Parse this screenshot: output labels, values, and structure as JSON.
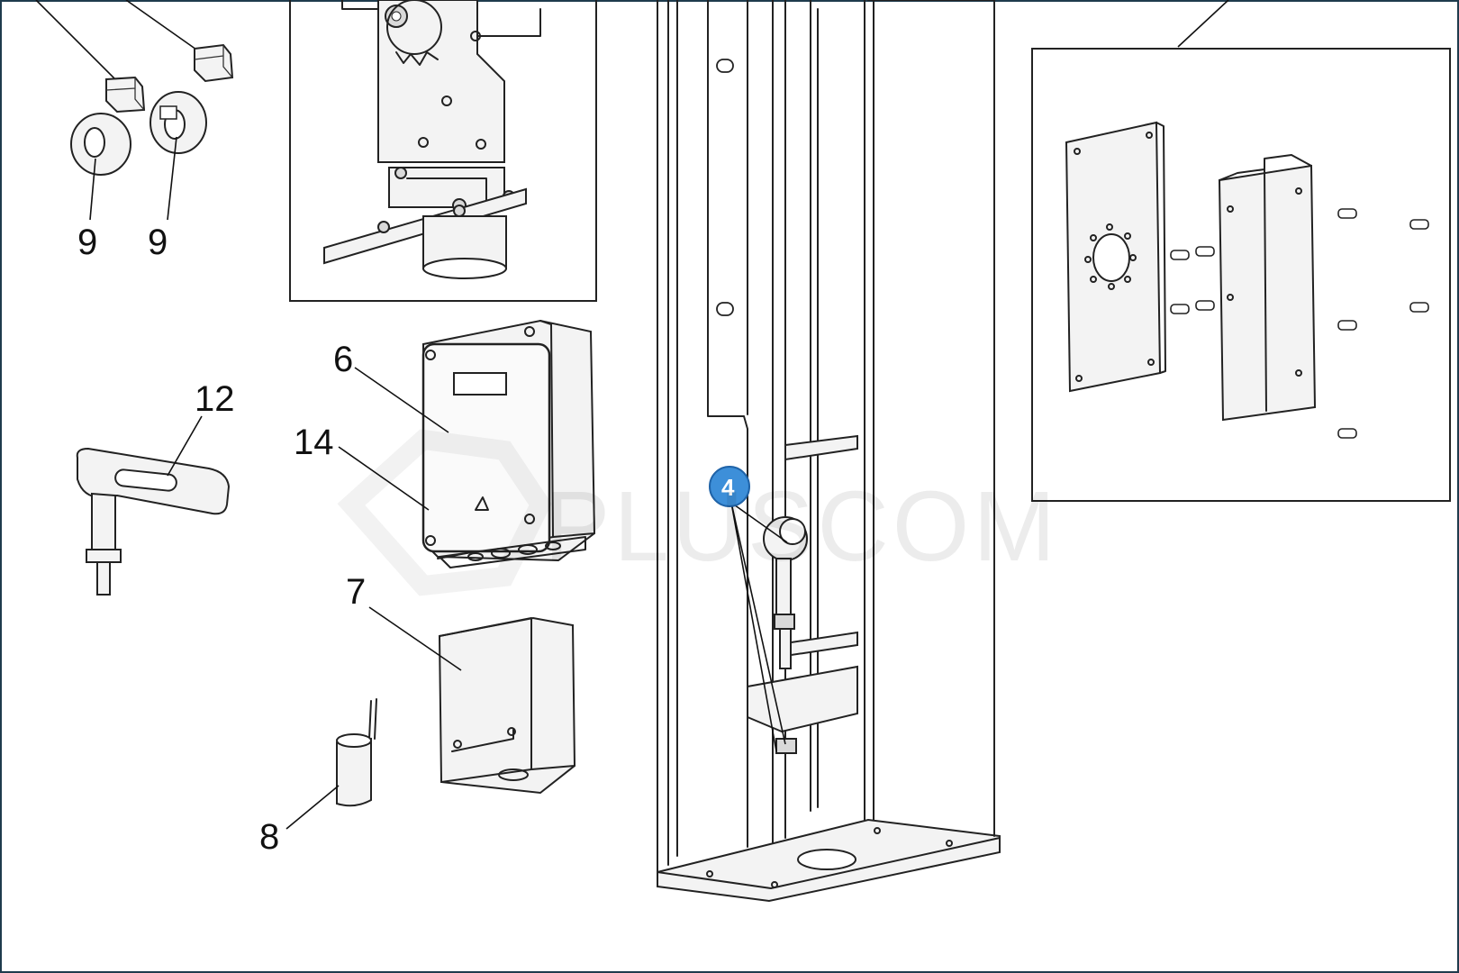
{
  "part_labels": {
    "p9a": "9",
    "p9b": "9",
    "p12": "12",
    "p6": "6",
    "p14": "14",
    "p7": "7",
    "p8": "8"
  },
  "highlight_badge": {
    "label": "4",
    "color": "#3d8fd9"
  },
  "watermark": {
    "text": "PLUSCOM"
  },
  "colors": {
    "line": "#222222",
    "frame": "#1f3b4d",
    "background": "#ffffff"
  }
}
